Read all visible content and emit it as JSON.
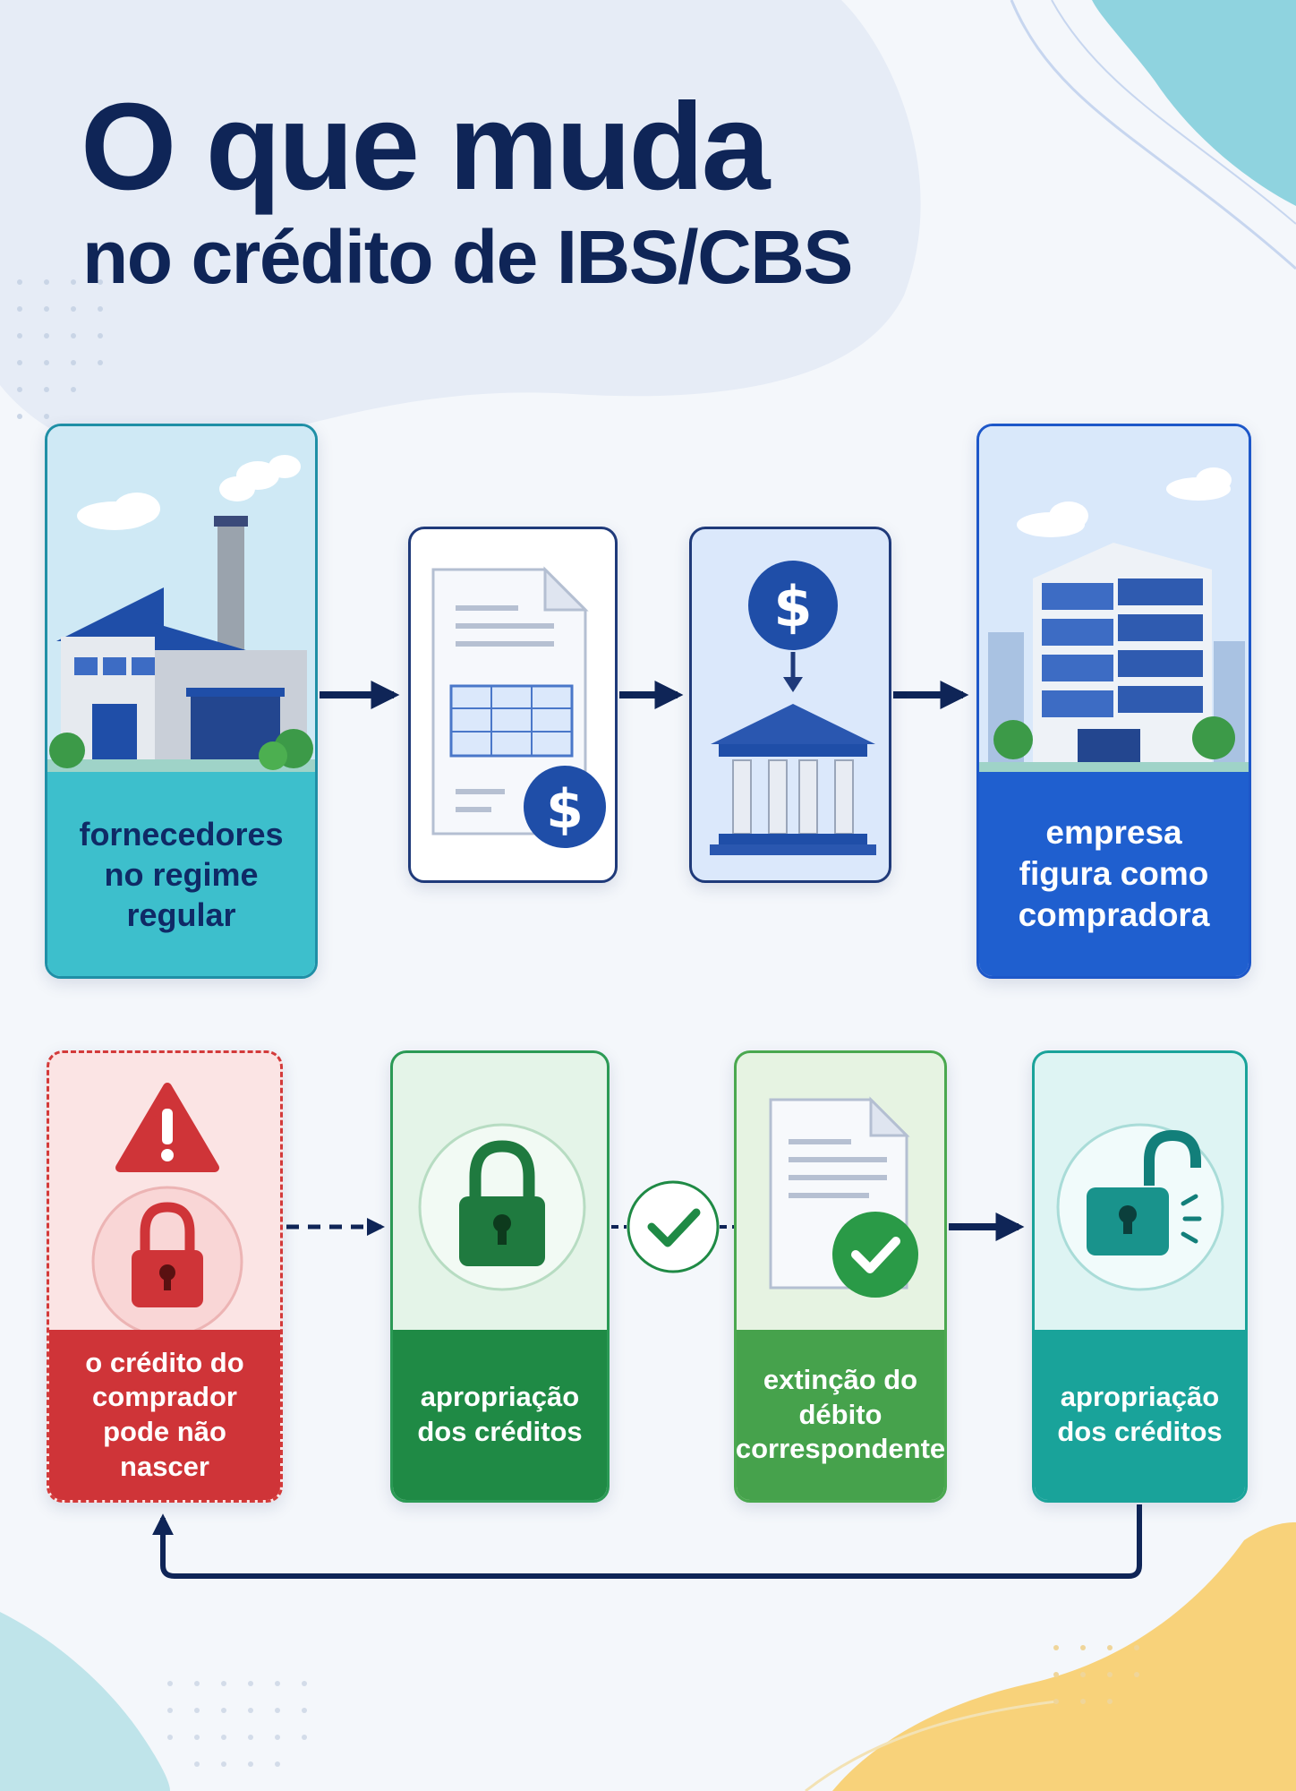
{
  "title": {
    "line1": "O que muda",
    "line2": "no crédito de IBS/CBS"
  },
  "top_row": {
    "supplier_label": "fornecedores\nno regime\nregular",
    "invoice_icon": "invoice-dollar-icon",
    "payment_icon": "bank-payment-icon",
    "buyer_label": "empresa\nfigura como\ncompradora"
  },
  "bottom_row": {
    "warning_label": "o crédito do\ncomprador\npode não nascer",
    "appropriation_label": "apropriação\ndos créditos",
    "extinction_label": "extinção do\ndébito\ncorrespondente",
    "appropriation_label_2": "apropriação\ndos créditos"
  },
  "colors": {
    "navy": "#0f2557",
    "teal": "#3dbfcc",
    "blue": "#1f5fcf",
    "red": "#cf3438",
    "green": "#1f8a45",
    "light_green": "#46a24c",
    "teal_dark": "#19a39a"
  }
}
